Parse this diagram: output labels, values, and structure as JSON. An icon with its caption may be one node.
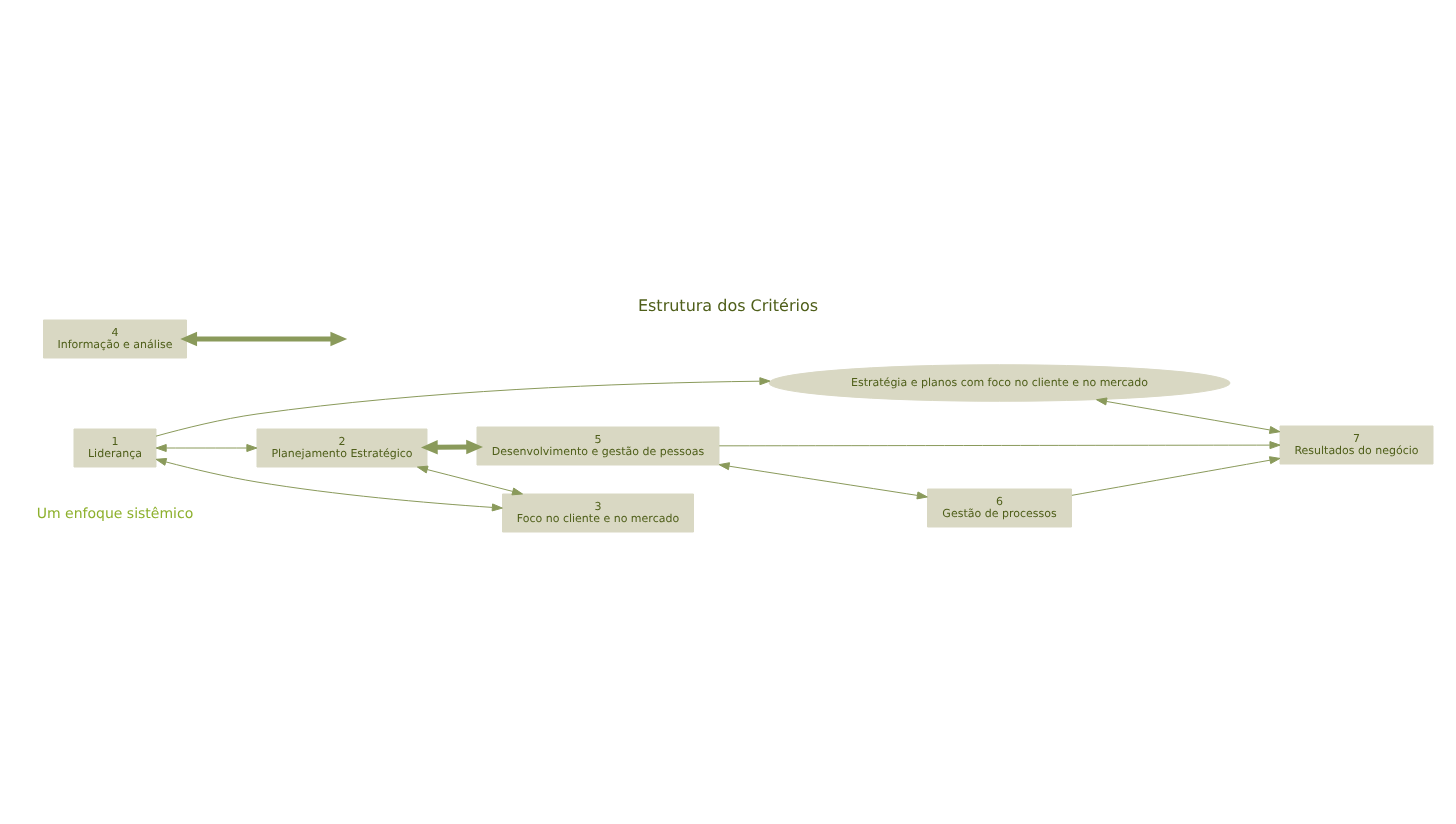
{
  "diagram": {
    "title": "Estrutura dos Critérios",
    "nodes": [
      {
        "text": [
          "Estratégia e planos com foco no cliente e no mercado"
        ]
      },
      {
        "text": [
          "1",
          "Liderança"
        ]
      },
      {
        "text": [
          "2",
          "Planejamento Estratégico"
        ]
      },
      {
        "text": [
          "5",
          "Desenvolvimento e gestão de pessoas"
        ]
      },
      {
        "text": [
          "7",
          "Resultados do negócio"
        ]
      },
      {
        "text": [
          "3",
          "Foco no cliente e no mercado"
        ]
      },
      {
        "text": [
          "6",
          "Gestão de processos"
        ]
      },
      {
        "text": [
          "4",
          "Informação e análise"
        ]
      }
    ],
    "edges": [
      {
        "from": 1,
        "to": 0,
        "arrow": "to"
      },
      {
        "from": 1,
        "to": 2,
        "arrow": "both"
      },
      {
        "from": 1,
        "to": 5,
        "arrow": "both"
      },
      {
        "from": 2,
        "to": 5,
        "arrow": "both"
      },
      {
        "from": 2,
        "to": 3,
        "arrow": "both",
        "style": "thick"
      },
      {
        "from": 7,
        "to": null,
        "arrow": "both",
        "style": "thick"
      },
      {
        "from": 3,
        "to": 6,
        "arrow": "both"
      },
      {
        "from": 3,
        "to": 4,
        "arrow": "to"
      },
      {
        "from": 6,
        "to": 4,
        "arrow": "to"
      },
      {
        "from": 0,
        "to": 4,
        "arrow": "both"
      }
    ],
    "labels": [
      "Um enfoque sistêmico"
    ]
  }
}
